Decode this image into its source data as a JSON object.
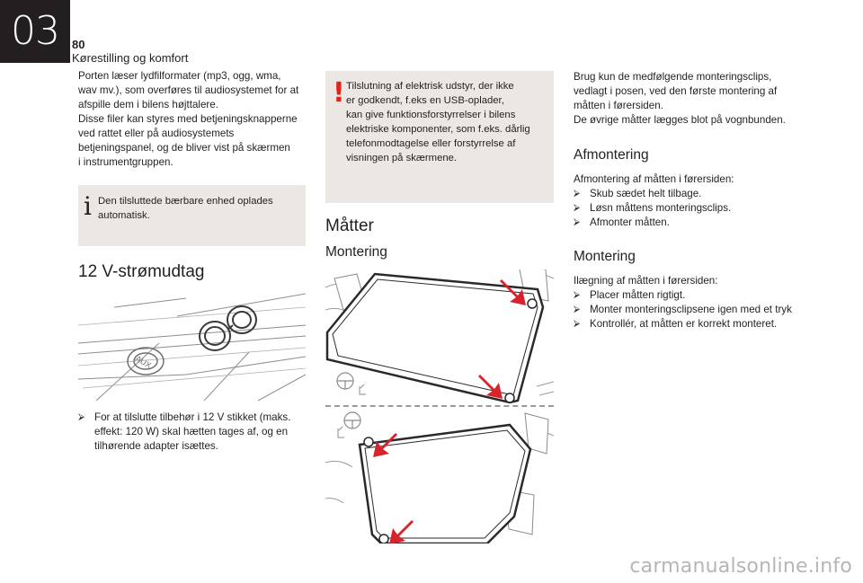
{
  "header": {
    "chapter": "03",
    "page_number": "80",
    "chapter_title": "Kørestilling og komfort"
  },
  "col1": {
    "intro": [
      "Porten læser lydfilformater (mp3, ogg, wma,",
      "wav mv.), som overføres til audiosystemet for at",
      "afspille dem i bilens højttalere.",
      "Disse filer kan styres med betjeningsknapperne",
      "ved rattet eller på audiosystemets",
      "betjeningspanel, og de bliver vist på skærmen",
      "i instrumentgruppen."
    ],
    "info_box": {
      "icon": "info-icon",
      "lines": [
        "Den tilsluttede bærbare enhed oplades",
        "automatisk."
      ]
    },
    "heading": "12 V-strømudtag",
    "illustration_label": "AUX",
    "bullet": {
      "marker": "⮚",
      "lines": [
        "For at tilslutte tilbehør i 12 V stikket (maks.",
        "effekt: 120 W) skal hætten tages af, og en",
        "tilhørende adapter isættes."
      ]
    }
  },
  "col2": {
    "warning_box": {
      "icon": "warning-icon",
      "lines": [
        "Tilslutning af elektrisk udstyr, der ikke",
        "er godkendt, f.eks en USB-oplader,",
        "kan give funktionsforstyrrelser i bilens",
        "elektriske komponenter, som f.eks. dårlig",
        "telefonmodtagelse eller forstyrrelse af",
        "visningen på skærmene."
      ]
    },
    "heading": "Måtter",
    "subheading": "Montering"
  },
  "col3": {
    "intro": [
      "Brug kun de medfølgende monteringsclips,",
      "vedlagt i posen, ved den første montering af",
      "måtten i førersiden.",
      "De øvrige måtter lægges blot på vognbunden."
    ],
    "section1": {
      "heading": "Afmontering",
      "lead": "Afmontering af måtten i førersiden:",
      "items": [
        "Skub sædet helt tilbage.",
        "Løsn måttens monteringsclips.",
        "Afmonter måtten."
      ]
    },
    "section2": {
      "heading": "Montering",
      "lead": "Ilægning af måtten i førersiden:",
      "items": [
        "Placer måtten rigtigt.",
        "Monter monteringsclipsene igen med et tryk",
        "Kontrollér, at måtten er korrekt monteret."
      ]
    },
    "bullet_marker": "⮚"
  },
  "watermark": "carmanualsonline.info",
  "colors": {
    "box_background": "#ebe7e3",
    "arrow_red": "#d7232b",
    "warning_red": "#e2231a"
  }
}
